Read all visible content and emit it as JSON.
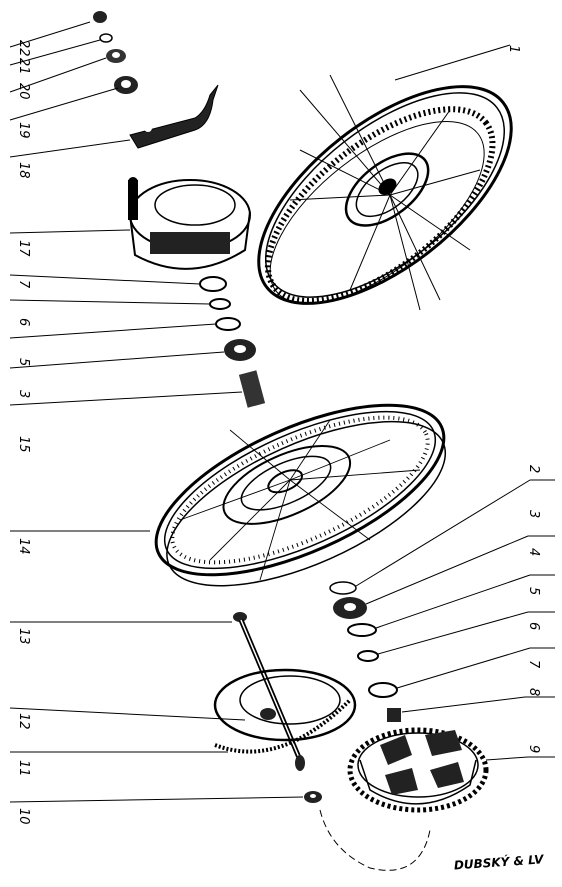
{
  "labels": {
    "p1": "1",
    "p2": "2",
    "p3_left": "3",
    "p3_right": "3",
    "p4": "4",
    "p5_left": "5",
    "p5_right": "5",
    "p6_left": "6",
    "p6_right": "6",
    "p7_left": "7",
    "p7_right": "7",
    "p8": "8",
    "p9": "9",
    "p10": "10",
    "p11": "11",
    "p12": "12",
    "p13": "13",
    "p14": "14",
    "p15": "15",
    "p17": "17",
    "p18": "18",
    "p19": "19",
    "p20": "20",
    "p21": "21",
    "p22": "22"
  },
  "signature": "DUBSKÝ & LV"
}
